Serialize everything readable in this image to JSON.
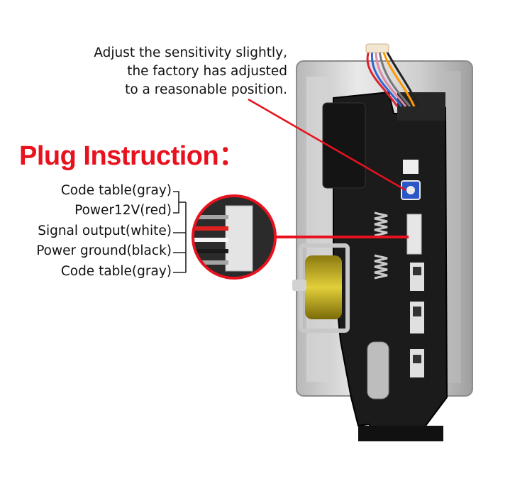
{
  "annotation": {
    "lines": [
      "Adjust the sensitivity slightly,",
      "the factory has adjusted",
      "to a reasonable position."
    ]
  },
  "title": "Plug Instruction：",
  "pins": [
    "Code table(gray)",
    "Power12V(red)",
    "Signal output(white)",
    "Power ground(black)",
    "Code table(gray)"
  ],
  "colors": {
    "accent_red": "#e8121e",
    "wire_gray": "#9a9a9a",
    "wire_red": "#e02020",
    "wire_white": "#f4f4f4",
    "wire_black": "#1a1a1a"
  },
  "icons": {
    "device": "coin-acceptor-side-view",
    "zoom": "connector-magnifier-circle"
  }
}
